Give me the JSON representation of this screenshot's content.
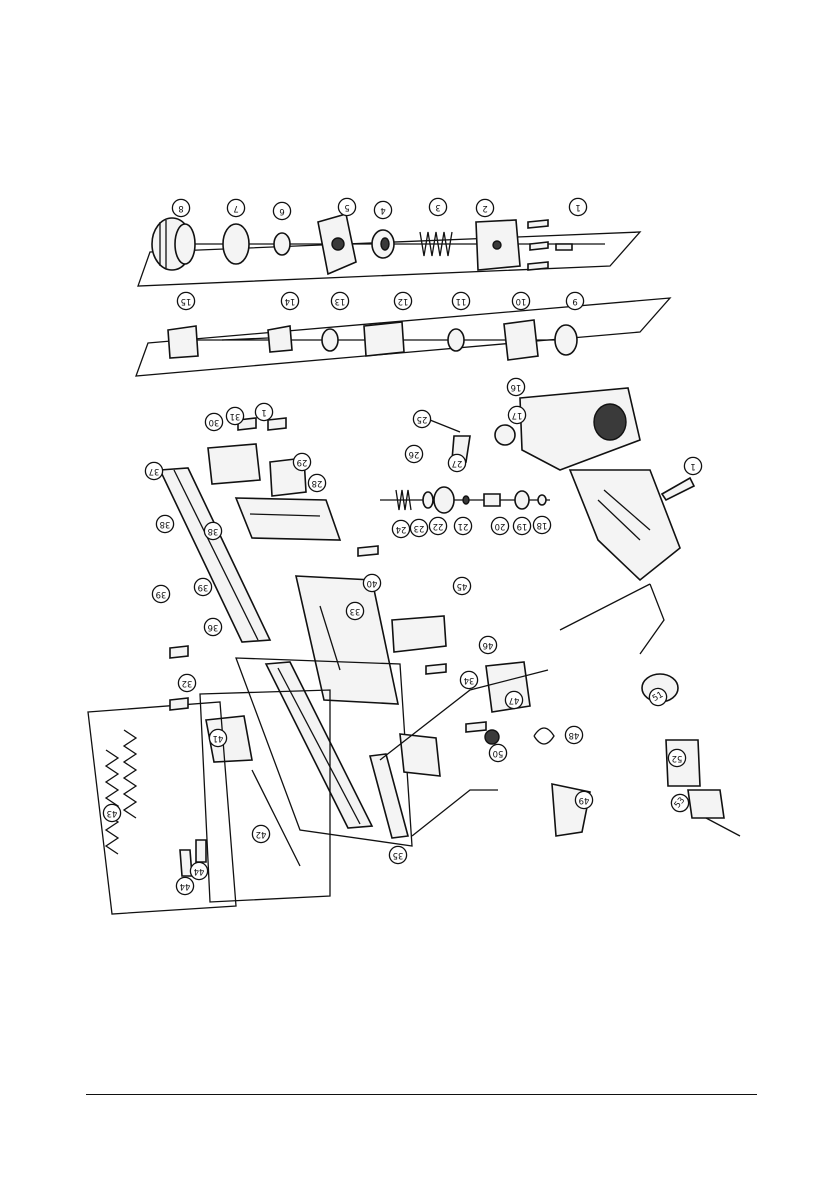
{
  "figure": {
    "type": "exploded-parts-diagram",
    "rotated_180": true,
    "callouts": [
      {
        "id": "c1",
        "label": "1"
      },
      {
        "id": "c2",
        "label": "2"
      },
      {
        "id": "c3",
        "label": "3"
      },
      {
        "id": "c4",
        "label": "4"
      },
      {
        "id": "c5",
        "label": "5"
      },
      {
        "id": "c6",
        "label": "6"
      },
      {
        "id": "c7",
        "label": "7"
      },
      {
        "id": "c8",
        "label": "8"
      },
      {
        "id": "c9",
        "label": "9"
      },
      {
        "id": "c10",
        "label": "10"
      },
      {
        "id": "c11",
        "label": "11"
      },
      {
        "id": "c12",
        "label": "12"
      },
      {
        "id": "c13",
        "label": "13"
      },
      {
        "id": "c14",
        "label": "14"
      },
      {
        "id": "c15",
        "label": "15"
      },
      {
        "id": "c16",
        "label": "16"
      },
      {
        "id": "c17",
        "label": "17"
      },
      {
        "id": "c18",
        "label": "18"
      },
      {
        "id": "c19",
        "label": "19"
      },
      {
        "id": "c20",
        "label": "20"
      },
      {
        "id": "c21",
        "label": "21"
      },
      {
        "id": "c22",
        "label": "22"
      },
      {
        "id": "c23",
        "label": "23"
      },
      {
        "id": "c24",
        "label": "24"
      },
      {
        "id": "c25",
        "label": "25"
      },
      {
        "id": "c26",
        "label": "26"
      },
      {
        "id": "c27",
        "label": "27"
      },
      {
        "id": "c28",
        "label": "28"
      },
      {
        "id": "c29",
        "label": "29"
      },
      {
        "id": "c30",
        "label": "30"
      },
      {
        "id": "c31",
        "label": "31"
      },
      {
        "id": "c32",
        "label": "32"
      },
      {
        "id": "c33",
        "label": "33"
      },
      {
        "id": "c34",
        "label": "34"
      },
      {
        "id": "c35",
        "label": "35"
      },
      {
        "id": "c36",
        "label": "36"
      },
      {
        "id": "c37",
        "label": "37"
      },
      {
        "id": "c38",
        "label": "38"
      },
      {
        "id": "c39",
        "label": "39"
      },
      {
        "id": "c40",
        "label": "40"
      },
      {
        "id": "c41",
        "label": "41"
      },
      {
        "id": "c42",
        "label": "42"
      },
      {
        "id": "c43",
        "label": "43"
      },
      {
        "id": "c44",
        "label": "44"
      },
      {
        "id": "c45",
        "label": "45"
      },
      {
        "id": "c46",
        "label": "46"
      },
      {
        "id": "c47",
        "label": "47"
      },
      {
        "id": "c48",
        "label": "48"
      },
      {
        "id": "c49",
        "label": "49"
      },
      {
        "id": "c50",
        "label": "50"
      },
      {
        "id": "c51",
        "label": "51"
      },
      {
        "id": "c52",
        "label": "52"
      },
      {
        "id": "c53",
        "label": "53"
      },
      {
        "id": "c1b",
        "label": "1"
      },
      {
        "id": "c1c",
        "label": "1"
      },
      {
        "id": "c38b",
        "label": "38"
      },
      {
        "id": "c39b",
        "label": "39"
      },
      {
        "id": "c44b",
        "label": "44"
      }
    ]
  }
}
